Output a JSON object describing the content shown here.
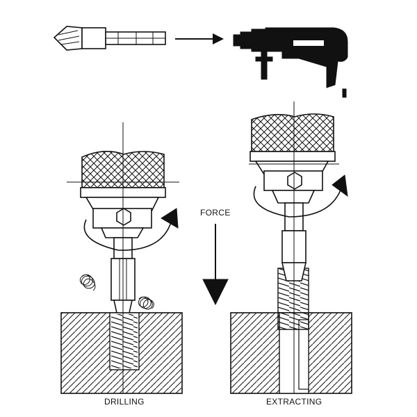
{
  "labels": {
    "force": "FORCE",
    "drilling": "DRILLING",
    "extracting": "EXTRACTING"
  },
  "colors": {
    "ink": "#111111",
    "paper": "#ffffff"
  }
}
